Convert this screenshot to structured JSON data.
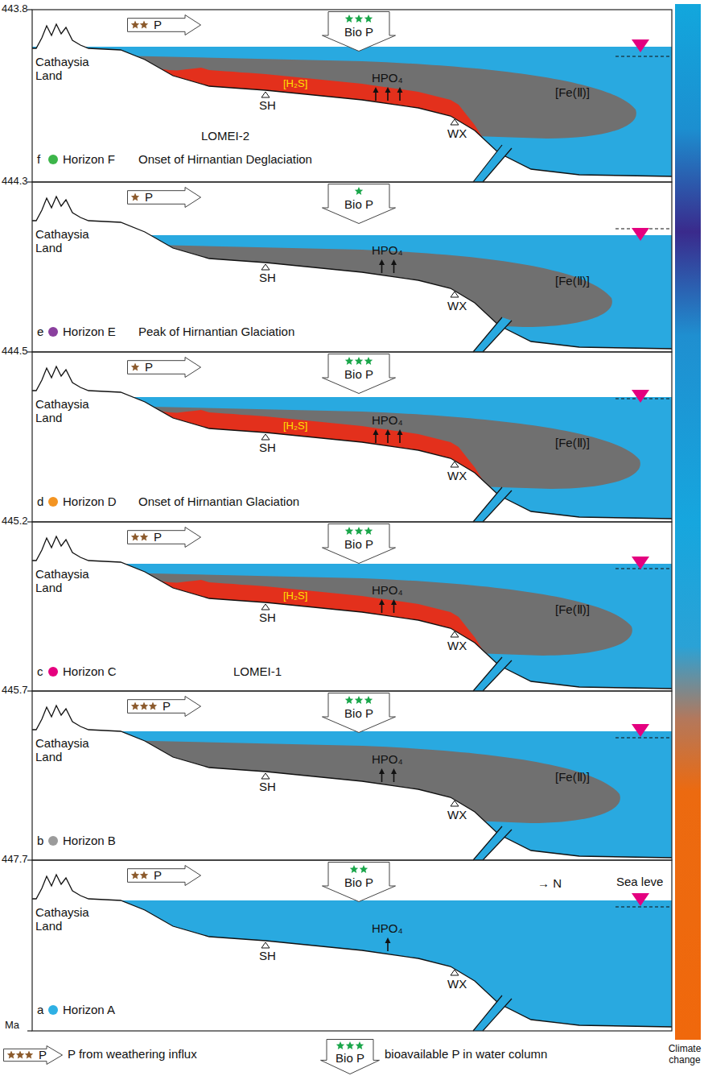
{
  "diagram": {
    "nodes": [
      {
        "text": [
          "P"
        ]
      },
      {
        "text": [
          "Bio P"
        ]
      },
      {
        "text": [
          "P"
        ]
      },
      {
        "text": [
          "Bio P"
        ]
      },
      {
        "text": [
          "P"
        ]
      },
      {
        "text": [
          "Bio P"
        ]
      },
      {
        "text": [
          "P"
        ]
      },
      {
        "text": [
          "Bio P"
        ]
      },
      {
        "text": [
          "P"
        ]
      },
      {
        "text": [
          "Bio P"
        ]
      },
      {
        "text": [
          "P"
        ]
      },
      {
        "text": [
          "Bio P"
        ]
      },
      {
        "text": [
          "P"
        ]
      },
      {
        "text": [
          "Bio P"
        ]
      }
    ],
    "labels": [
      "443.8",
      "444.3",
      "444.5",
      "445.2",
      "445.7",
      "447.7",
      "Ma",
      "Cathaysia Land",
      "SH",
      "WX",
      "[Fe(Ⅱ)]",
      "[H₂S]",
      "HPO₄",
      "f",
      "Horizon F",
      "Onset of Hirnantian Deglaciation",
      "LOMEI-2",
      "Cathaysia Land",
      "SH",
      "WX",
      "[Fe(Ⅱ)]",
      "HPO₄",
      "e",
      "Horizon E",
      "Peak of Hirnantian Glaciation",
      "Cathaysia Land",
      "SH",
      "WX",
      "[Fe(Ⅱ)]",
      "[H₂S]",
      "HPO₄",
      "d",
      "Horizon D",
      "Onset of Hirnantian Glaciation",
      "Cathaysia Land",
      "SH",
      "WX",
      "[Fe(Ⅱ)]",
      "[H₂S]",
      "HPO₄",
      "c",
      "Horizon C",
      "LOMEI-1",
      "Cathaysia Land",
      "SH",
      "WX",
      "[Fe(Ⅱ)]",
      "HPO₄",
      "b",
      "Horizon B",
      "Cathaysia Land",
      "SH",
      "WX",
      "HPO₄",
      "a",
      "Horizon A",
      "→ N",
      "Sea leve",
      "Climate change"
    ],
    "legend": [
      {
        "text": "P from weathering influx"
      },
      {
        "text": "bioavailable P in water column"
      }
    ]
  }
}
